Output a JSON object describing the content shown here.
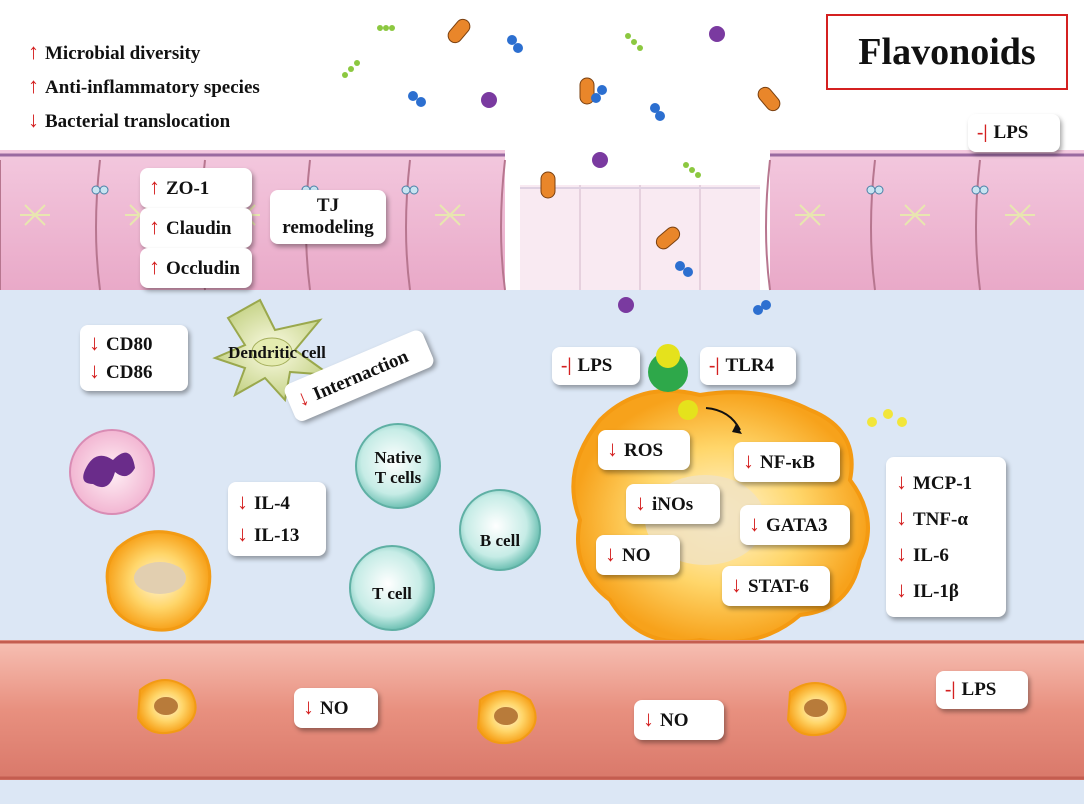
{
  "title": "Flavonoids",
  "microbiota_effects": [
    {
      "dir": "↑",
      "text": "Microbial diversity"
    },
    {
      "dir": "↑",
      "text": "Anti-inflammatory species"
    },
    {
      "dir": "↓",
      "text": "Bacterial translocation"
    }
  ],
  "tight_junction": {
    "items": [
      {
        "dir": "↑",
        "text": "ZO-1"
      },
      {
        "dir": "↑",
        "text": "Claudin"
      },
      {
        "dir": "↑",
        "text": "Occludin"
      }
    ],
    "remodel_line1": "TJ",
    "remodel_line2": "remodeling"
  },
  "lps_epithelium": {
    "sym": "-|",
    "text": "LPS"
  },
  "dendritic": {
    "cell_label": "Dendritic cell",
    "markers": [
      {
        "dir": "↓",
        "text": "CD80"
      },
      {
        "dir": "↓",
        "text": "CD86"
      }
    ],
    "interaction": {
      "dir": "↓",
      "text": "Internaction"
    }
  },
  "tcells": {
    "native_line1": "Native",
    "native_line2": "T cells",
    "t_cell": "T cell",
    "b_cell": "B cell",
    "cytokines": [
      {
        "dir": "↓",
        "text": "IL-4"
      },
      {
        "dir": "↓",
        "text": "IL-13"
      }
    ]
  },
  "macrophage": {
    "lps": {
      "sym": "-|",
      "text": "LPS"
    },
    "tlr4": {
      "sym": "-|",
      "text": "TLR4"
    },
    "ros": {
      "dir": "↓",
      "text": "ROS"
    },
    "nfkb": {
      "dir": "↓",
      "text": "NF-κB"
    },
    "inos": {
      "dir": "↓",
      "text": "iNOs"
    },
    "gata3": {
      "dir": "↓",
      "text": "GATA3"
    },
    "no": {
      "dir": "↓",
      "text": "NO"
    },
    "stat6": {
      "dir": "↓",
      "text": "STAT-6"
    }
  },
  "cytokines_right": [
    {
      "dir": "↓",
      "text": "MCP-1"
    },
    {
      "dir": "↓",
      "text": "TNF-α"
    },
    {
      "dir": "↓",
      "text": "IL-6"
    },
    {
      "dir": "↓",
      "text": "IL-1β"
    }
  ],
  "vessel": {
    "no_left": {
      "dir": "↓",
      "text": "NO"
    },
    "no_mid": {
      "dir": "↓",
      "text": "NO"
    },
    "lps": {
      "sym": "-|",
      "text": "LPS"
    }
  },
  "colors": {
    "epithelium": "#f2c2dc",
    "lamina": "#dce7f5",
    "vessel": "#e79a8a",
    "accent": "#d42020"
  }
}
